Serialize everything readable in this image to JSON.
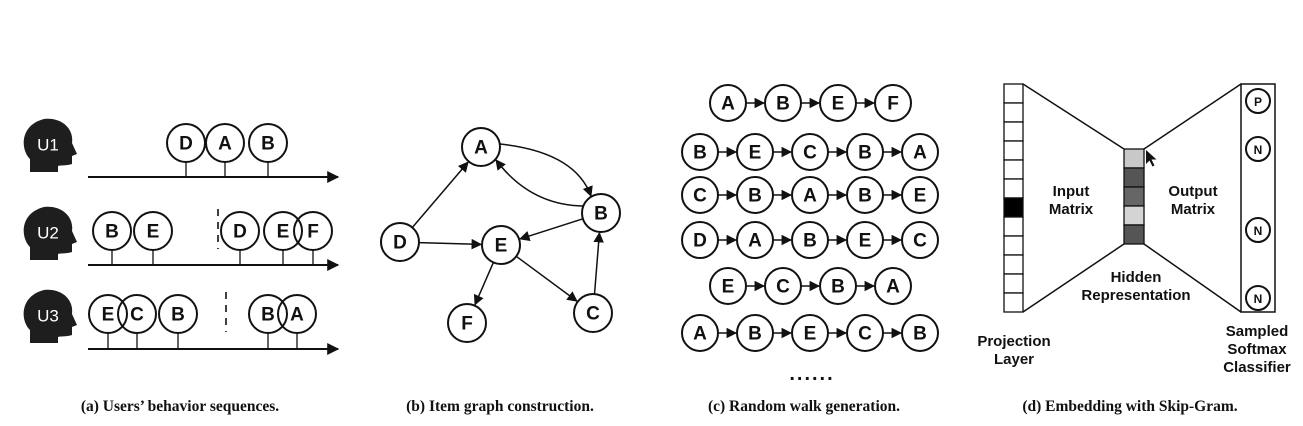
{
  "panel_a": {
    "caption": "(a) Users’ behavior sequences.",
    "users": [
      {
        "label": "U1",
        "sessions": [
          [
            "D",
            "A",
            "B"
          ]
        ]
      },
      {
        "label": "U2",
        "sessions": [
          [
            "B",
            "E"
          ],
          [
            "D",
            "E",
            "F"
          ]
        ]
      },
      {
        "label": "U3",
        "sessions": [
          [
            "E",
            "C",
            "B"
          ],
          [
            "B",
            "A"
          ]
        ]
      }
    ]
  },
  "panel_b": {
    "caption": "(b) Item graph construction.",
    "nodes": [
      "A",
      "B",
      "C",
      "D",
      "E",
      "F"
    ],
    "edges": [
      [
        "D",
        "A"
      ],
      [
        "A",
        "B"
      ],
      [
        "B",
        "A"
      ],
      [
        "D",
        "E"
      ],
      [
        "B",
        "E"
      ],
      [
        "E",
        "F"
      ],
      [
        "E",
        "C"
      ],
      [
        "C",
        "B"
      ]
    ]
  },
  "panel_c": {
    "caption": "(c) Random walk generation.",
    "walks": [
      [
        "A",
        "B",
        "E",
        "F"
      ],
      [
        "B",
        "E",
        "C",
        "B",
        "A"
      ],
      [
        "C",
        "B",
        "A",
        "B",
        "E"
      ],
      [
        "D",
        "A",
        "B",
        "E",
        "C"
      ],
      [
        "E",
        "C",
        "B",
        "A"
      ],
      [
        "A",
        "B",
        "E",
        "C",
        "B"
      ]
    ],
    "ellipsis": "......"
  },
  "panel_d": {
    "caption": "(d) Embedding with Skip-Gram.",
    "input_matrix": "Input Matrix",
    "output_matrix": "Output Matrix",
    "hidden": "Hidden Representation",
    "projection": "Projection Layer",
    "classifier": "Sampled Softmax Classifier",
    "classifier_nodes": [
      "P",
      "N",
      "N",
      "N"
    ]
  }
}
